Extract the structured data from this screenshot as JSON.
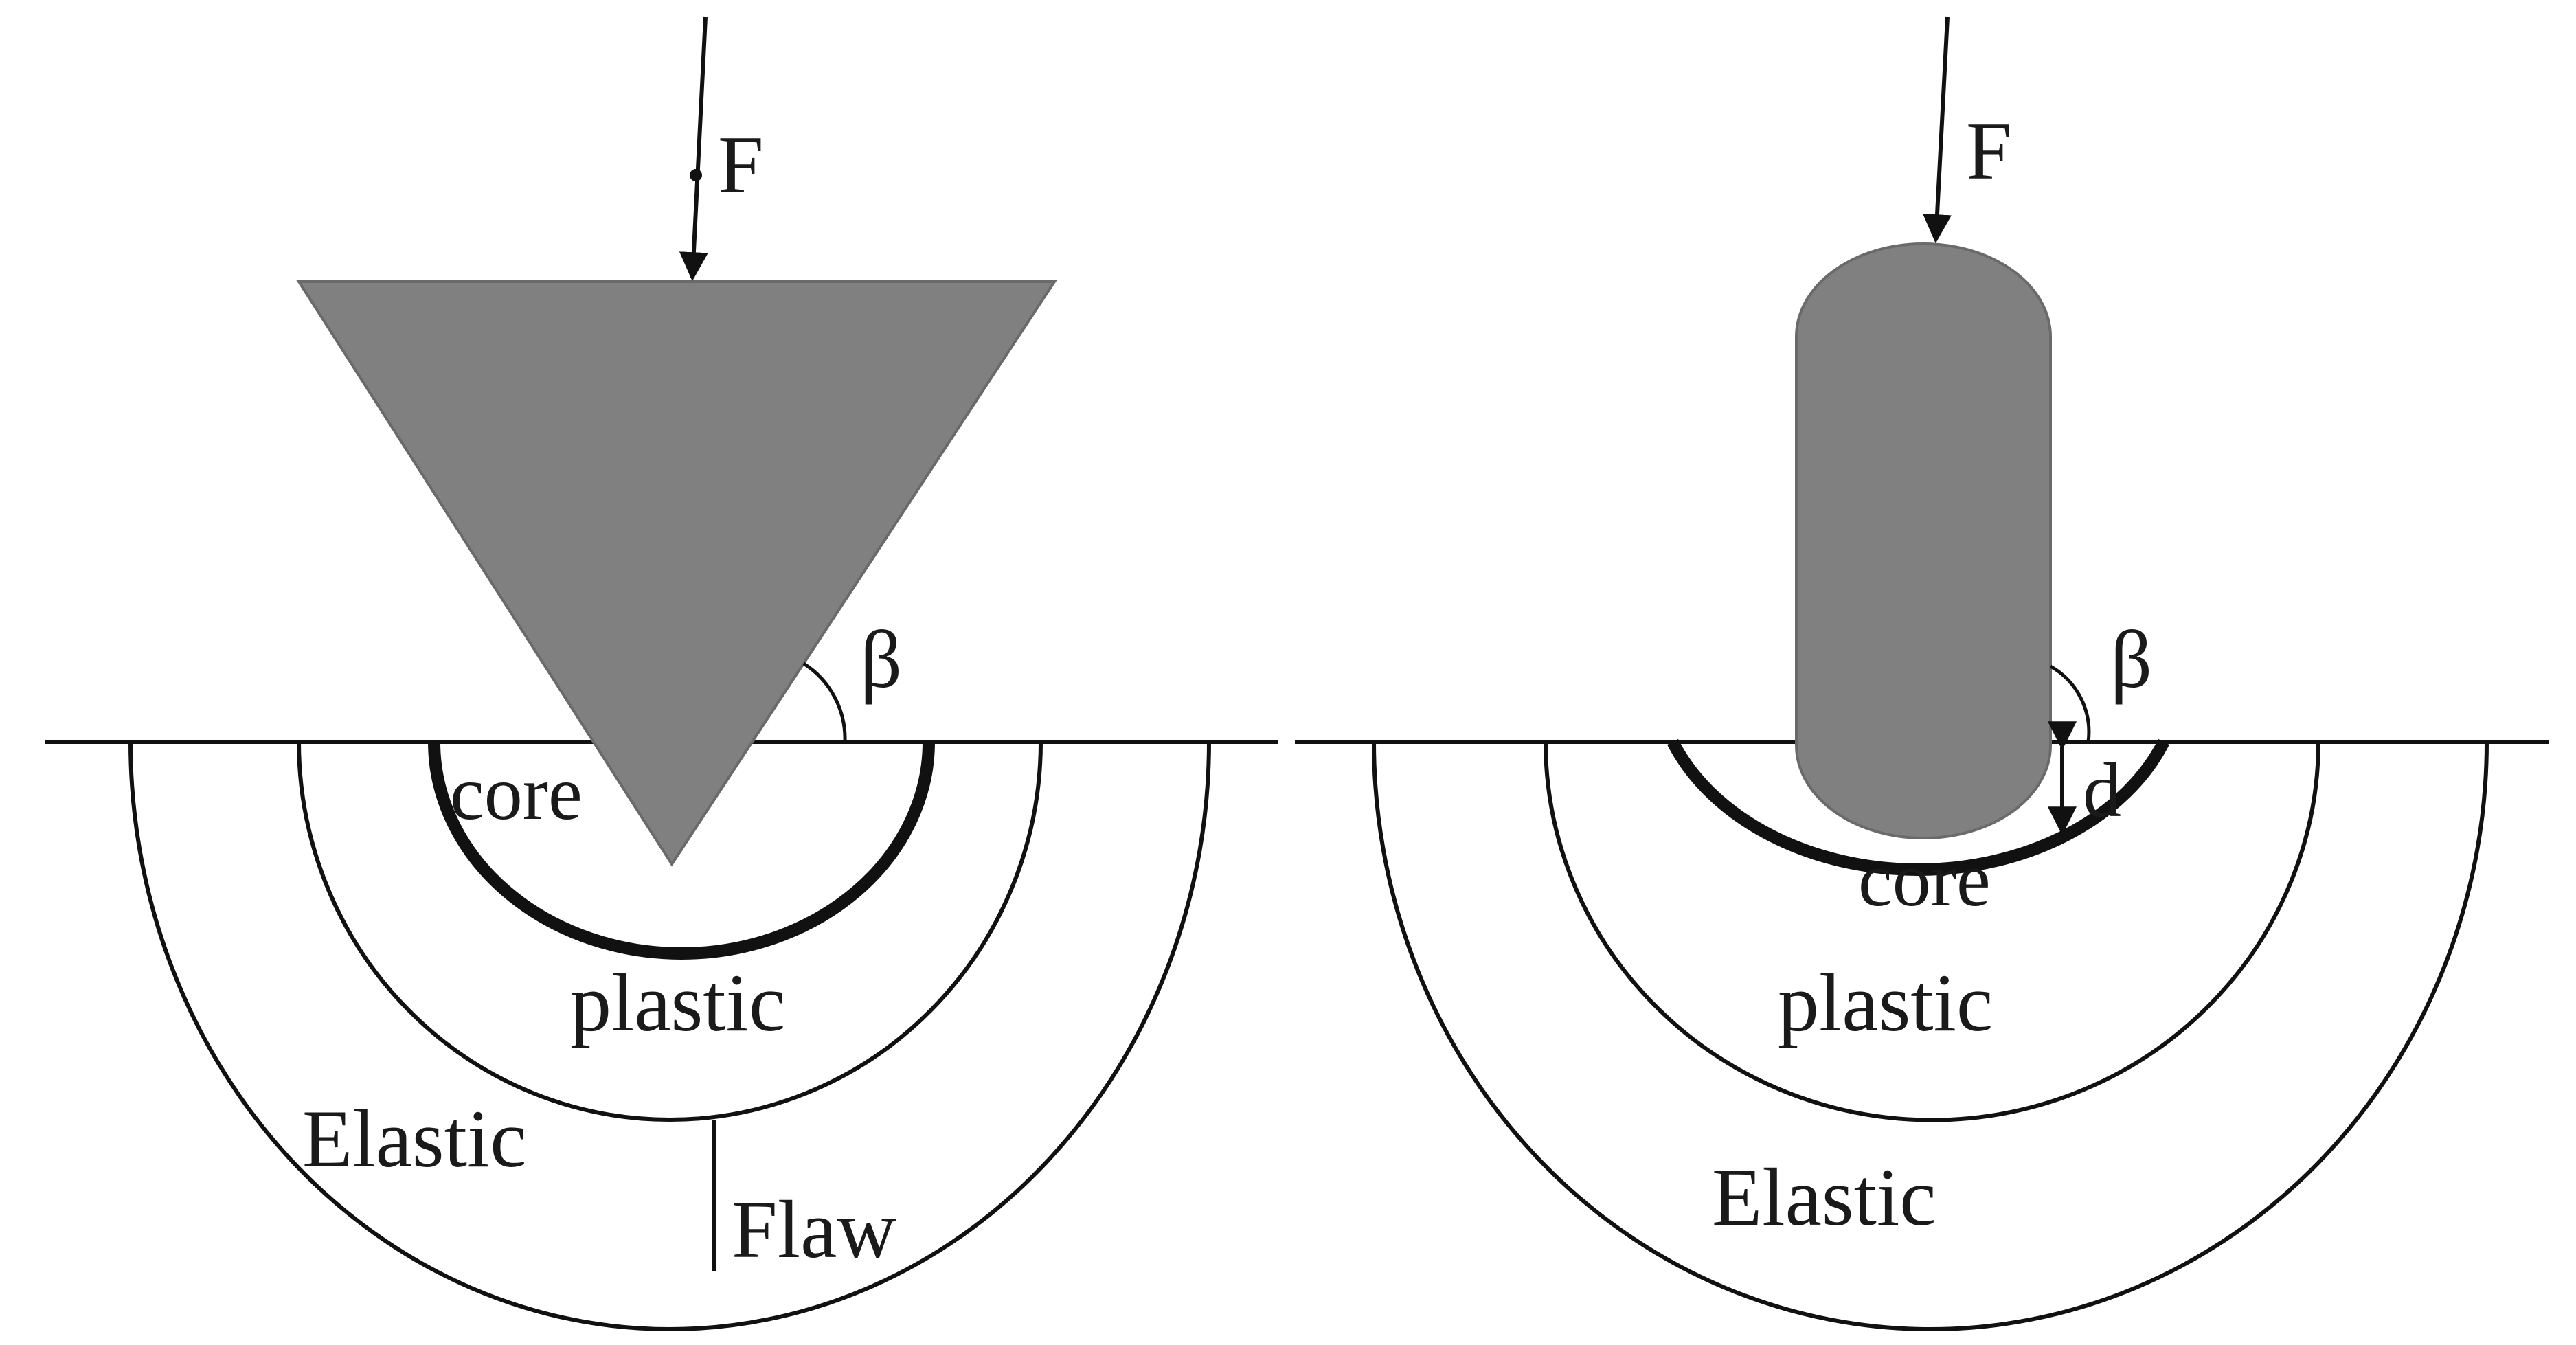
{
  "colors": {
    "indenter": "#808080",
    "line": "#111111",
    "background": "#ffffff"
  },
  "left": {
    "force_label": "F",
    "angle_label": "β",
    "core_label": "core",
    "plastic_label": "plastic",
    "elastic_label": "Elastic",
    "flaw_label": "Flaw"
  },
  "right": {
    "force_label": "F",
    "angle_label": "β",
    "depth_label": "d",
    "core_label": "core",
    "plastic_label": "plastic",
    "elastic_label": "Elastic"
  }
}
